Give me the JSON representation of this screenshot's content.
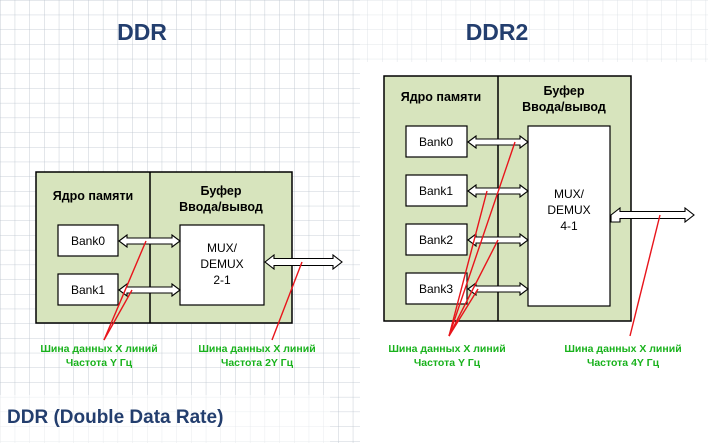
{
  "ddr": {
    "title": "DDR",
    "core_label": "Ядро памяти",
    "buffer_label_1": "Буфер",
    "buffer_label_2": "Ввода/вывод",
    "banks": [
      "Bank0",
      "Bank1"
    ],
    "mux_lines": [
      "MUX/",
      "DEMUX",
      "2-1"
    ],
    "bus_left_line1": "Шина данных X линий",
    "bus_left_line2": "Частота Y Гц",
    "bus_right_line1": "Шина данных X линий",
    "bus_right_line2": "Частота 2Y Гц"
  },
  "ddr2": {
    "title": "DDR2",
    "core_label": "Ядро памяти",
    "buffer_label_1": "Буфер",
    "buffer_label_2": "Ввода/вывод",
    "banks": [
      "Bank0",
      "Bank1",
      "Bank2",
      "Bank3"
    ],
    "mux_lines": [
      "MUX/",
      "DEMUX",
      "4-1"
    ],
    "bus_left_line1": "Шина данных X линий",
    "bus_left_line2": "Частота Y Гц",
    "bus_right_line1": "Шина данных X линий",
    "bus_right_line2": "Частота 4Y Гц"
  },
  "footer": "DDR (Double Data Rate)",
  "colors": {
    "panel_fill": "#d7e4bd",
    "title_blue": "#233e6e",
    "label_green": "#19b21c",
    "pointer_red": "#e8141b",
    "grid": "#b9c2cc"
  }
}
